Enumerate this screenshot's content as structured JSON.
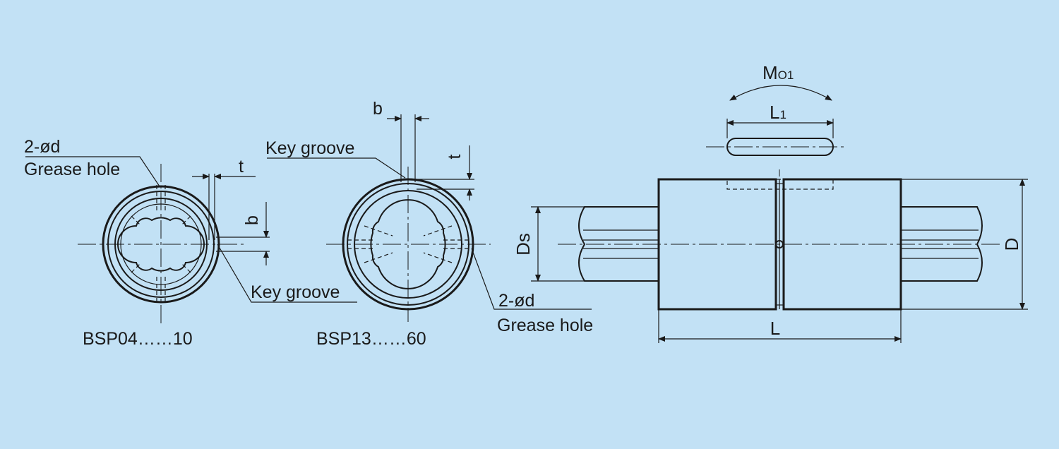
{
  "diagram": {
    "left_view": {
      "label_hole_count": "2-ød",
      "label_hole_name": "Grease hole",
      "label_t": "t",
      "label_b": "b",
      "label_key_groove": "Key groove",
      "caption": "BSP04……10"
    },
    "middle_view": {
      "label_b": "b",
      "label_key_groove": "Key groove",
      "label_t": "t",
      "label_hole_count": "2-ød",
      "label_hole_name": "Grease hole",
      "caption": "BSP13……60"
    },
    "side_view": {
      "label_moment": "M",
      "label_moment_sub": "O1",
      "label_key_length": "L",
      "label_key_length_sub": "1",
      "label_shaft_dia": "Ds",
      "label_outer_dia": "D",
      "label_length": "L"
    }
  }
}
